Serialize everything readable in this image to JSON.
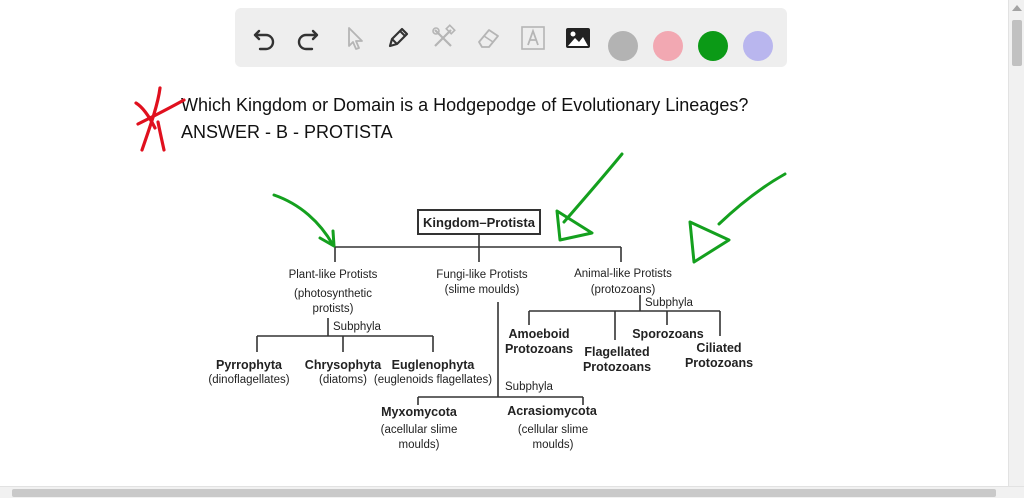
{
  "toolbar": {
    "tools": [
      {
        "name": "undo-icon"
      },
      {
        "name": "redo-icon"
      },
      {
        "name": "pointer-icon"
      },
      {
        "name": "pen-icon"
      },
      {
        "name": "tools-icon"
      },
      {
        "name": "eraser-icon"
      },
      {
        "name": "text-icon"
      },
      {
        "name": "image-icon"
      }
    ],
    "colors": [
      "#b3b3b3",
      "#f2a8b2",
      "#0b9a16",
      "#b9b6ee"
    ]
  },
  "question": {
    "line1": "Which Kingdom or Domain is a Hodgepodge of Evolutionary Lineages?",
    "line2": "ANSWER - B - PROTISTA"
  },
  "diagram": {
    "root": "Kingdom–Protista",
    "plant": {
      "title": "Plant-like Protists",
      "desc1": "(photosynthetic",
      "desc2": "protists)"
    },
    "fungi": {
      "title": "Fungi-like Protists",
      "desc1": "(slime moulds)"
    },
    "animal": {
      "title": "Animal-like Protists",
      "desc1": "(protozoans)"
    },
    "subphyla": "Subphyla",
    "pyrrophyta": {
      "name": "Pyrrophyta",
      "desc": "(dinoflagellates)"
    },
    "chrysophyta": {
      "name": "Chrysophyta",
      "desc": "(diatoms)"
    },
    "euglenophyta": {
      "name": "Euglenophyta",
      "desc": "(euglenoids flagellates)"
    },
    "amoeboid": {
      "l1": "Amoeboid",
      "l2": "Protozoans"
    },
    "flagellated": {
      "l1": "Flagellated",
      "l2": "Protozoans"
    },
    "sporozoans": {
      "l1": "Sporozoans"
    },
    "ciliated": {
      "l1": "Ciliated",
      "l2": "Protozoans"
    },
    "myxomycota": {
      "name": "Myxomycota",
      "d1": "(acellular slime",
      "d2": "moulds)"
    },
    "acrasiomycota": {
      "name": "Acrasiomycota",
      "d1": "(cellular slime",
      "d2": "moulds)"
    }
  },
  "annotation_colors": {
    "check": "#e0101e",
    "arrows": "#14a01e"
  }
}
